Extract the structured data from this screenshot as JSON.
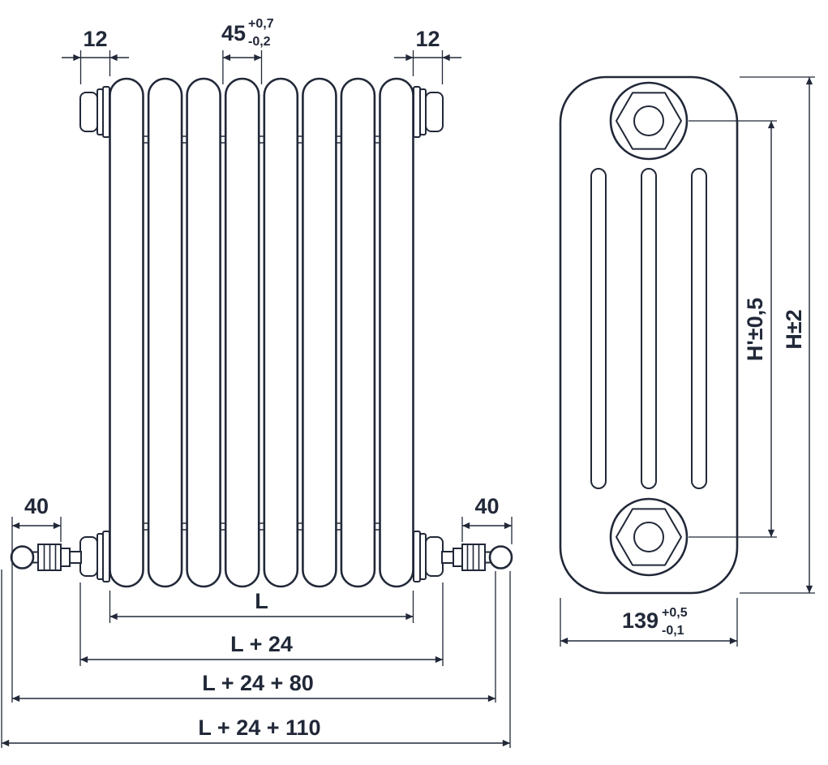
{
  "colors": {
    "ink": "#212838",
    "background": "#ffffff"
  },
  "front_view": {
    "dim_plug_left": "12",
    "dim_plug_right": "12",
    "dim_section_pitch": {
      "value": "45",
      "tol_plus": "+0,7",
      "tol_minus": "-0,2"
    },
    "dim_valve_left": "40",
    "dim_valve_right": "40",
    "dim_length": "L",
    "dim_length_with_plugs": "L + 24",
    "dim_length_with_valves": "L + 24 + 80",
    "dim_length_overall": "L + 24 + 110"
  },
  "side_view": {
    "dim_axis_distance": "H'±0,5",
    "dim_overall_height": "H±2",
    "dim_depth": {
      "value": "139",
      "tol_plus": "+0,5",
      "tol_minus": "-0,1"
    }
  }
}
